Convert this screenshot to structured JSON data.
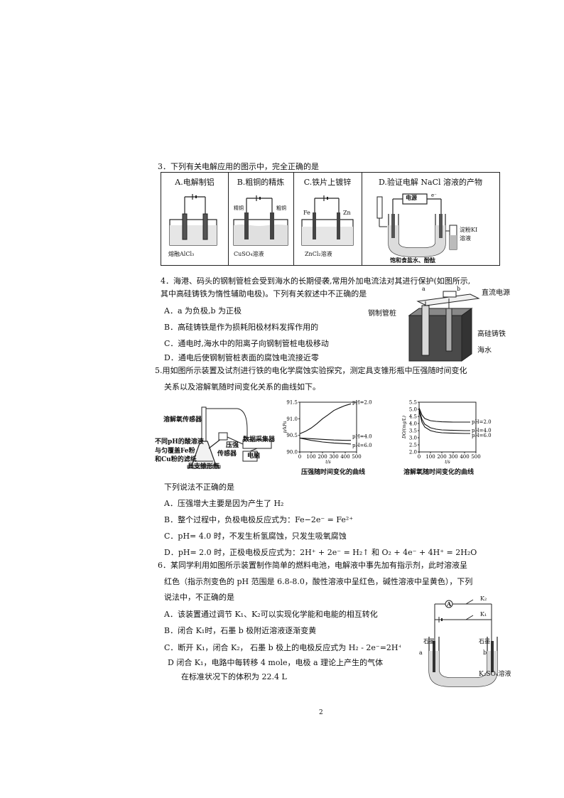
{
  "q3": {
    "title": "3．下列有关电解应用的图示中，完全正确的是",
    "panels": [
      {
        "heading": "A.电解制铝",
        "labels": [
          "熔融AlCl₃"
        ]
      },
      {
        "heading": "B.粗铜的精炼",
        "labels": [
          "精铜",
          "粗铜",
          "CuSO₄溶液"
        ]
      },
      {
        "heading": "C.铁片上镀锌",
        "labels": [
          "Fe",
          "Zn",
          "ZnCl₂溶液"
        ]
      },
      {
        "heading": "D.验证电解 NaCl 溶液的产物",
        "labels": [
          "电源",
          "e⁻",
          "淀粉KI",
          "溶液",
          "饱和食盐水、酚酞"
        ]
      }
    ]
  },
  "q4": {
    "stem1": "4．海港、码头的钢制管桩会受到海水的长期侵袭,常用外加电流法对其进行保护(如图所示,",
    "stem2": "其中高硅铸铁为惰性辅助电极)。下列有关叙述中不正确的是",
    "options": [
      "A．a 为负极,b 为正极",
      "B．高硅铸铁是作为损耗阳极材料发挥作用的",
      "C．通电时,海水中的阳离子向钢制管桩电极移动",
      "D．通电后使钢制管桩表面的腐蚀电流接近零"
    ],
    "fig": {
      "power": "直流电源",
      "pile": "钢制管桩",
      "iron": "高硅铸铁",
      "sea": "海水",
      "a": "a",
      "b": "b"
    }
  },
  "q5": {
    "stem1": "5.用如图所示装置及试剂进行铁的电化学腐蚀实验探究，测定具支锥形瓶中压强随时间变化",
    "stem2": "关系以及溶解氧随时间变化关系的曲线如下。",
    "apparatus": {
      "sensor1": "溶解氧传感器",
      "acid1": "不同pH的酸溶液",
      "acid2": "与匀覆盖Fe粉",
      "acid3": "和Cu粉的滤纸",
      "pressure1": "压强",
      "pressure2": "传感器",
      "collector": "数据采集器",
      "computer": "电脑",
      "flask": "具支锥形瓶"
    },
    "sub": "下列说法不正确的是",
    "options": [
      "A．压强增大主要是因为产生了 H₂",
      "B．整个过程中，负极电极反应式为：Fe−2e⁻ = Fe²⁺",
      "C．pH= 4.0 时，不发生析氢腐蚀，只发生吸氧腐蚀",
      "D．pH= 2.0 时，正极电极反应式为：2H⁺ + 2e⁻ = H₂↑ 和 O₂ + 4e⁻ + 4H⁺ = 2H₂O"
    ]
  },
  "chart_data": [
    {
      "type": "line",
      "title": "压强随时间变化的曲线",
      "xlabel": "t/s",
      "ylabel": "p/kPa",
      "xlim": [
        0,
        500
      ],
      "ylim": [
        90.0,
        91.5
      ],
      "xticks": [
        "0",
        "100",
        "200",
        "300",
        "400",
        "500"
      ],
      "yticks": [
        "90.0",
        "90.5",
        "91.0",
        "91.5"
      ],
      "series": [
        {
          "name": "pH=2.0",
          "x": [
            0,
            50,
            100,
            150,
            200,
            250,
            300,
            350,
            400,
            450
          ],
          "y": [
            90.55,
            90.62,
            90.72,
            90.85,
            91.0,
            91.12,
            91.25,
            91.33,
            91.4,
            91.45
          ]
        },
        {
          "name": "pH=4.0",
          "x": [
            0,
            100,
            200,
            300,
            400,
            450
          ],
          "y": [
            90.42,
            90.4,
            90.38,
            90.36,
            90.35,
            90.35
          ]
        },
        {
          "name": "pH=6.0",
          "x": [
            0,
            100,
            200,
            300,
            400,
            450
          ],
          "y": [
            90.42,
            90.35,
            90.3,
            90.27,
            90.25,
            90.24
          ]
        }
      ]
    },
    {
      "type": "line",
      "title": "溶解氧随时间变化的曲线",
      "xlabel": "t/s",
      "ylabel": "DO/(mg/L)",
      "xlim": [
        0,
        500
      ],
      "ylim": [
        2.0,
        5.5
      ],
      "xticks": [
        "0",
        "100",
        "200",
        "300",
        "400",
        "500"
      ],
      "yticks": [
        "2.0",
        "2.5",
        "3.0",
        "3.5",
        "4.0",
        "4.5",
        "5.0",
        "5.5"
      ],
      "series": [
        {
          "name": "pH=2.0",
          "x": [
            0,
            25,
            50,
            100,
            150,
            200,
            300,
            400,
            450
          ],
          "y": [
            5.1,
            4.6,
            4.35,
            4.2,
            4.15,
            4.12,
            4.1,
            4.1,
            4.1
          ]
        },
        {
          "name": "pH=4.0",
          "x": [
            0,
            25,
            50,
            100,
            150,
            200,
            300,
            400,
            450
          ],
          "y": [
            5.0,
            4.3,
            3.95,
            3.7,
            3.6,
            3.55,
            3.52,
            3.5,
            3.5
          ]
        },
        {
          "name": "pH=6.0",
          "x": [
            0,
            25,
            50,
            100,
            150,
            200,
            300,
            400,
            450
          ],
          "y": [
            4.9,
            4.1,
            3.75,
            3.5,
            3.4,
            3.35,
            3.32,
            3.3,
            3.3
          ]
        }
      ]
    }
  ],
  "q6": {
    "stem1": "6．某同学利用如图所示装置制作简单的燃料电池，电解液中事先加有指示剂，此时溶液呈",
    "stem2": "红色（指示剂变色的 pH 范围是 6.8-8.0，酸性溶液中呈红色，碱性溶液中呈黄色），下列",
    "stem3": "说法中，不正确的是",
    "options": [
      "A．该装置通过调节 K₁、K₂可以实现化学能和电能的相互转化",
      "B．闭合 K₁时，石墨 b 极附近溶液逐渐变黄",
      "C．断开 K₁，闭合 K₂，  石墨 b 极上的电极反应式为 H₂ - 2e⁻=2H⁺",
      "D  闭合 K₁，电路中每转移 4 mole，电极 a 理论上产生的气体",
      "在标准状况下的体积为 22.4 L"
    ],
    "fig": {
      "k2": "K₂",
      "k1": "K₁",
      "ammeter": "A",
      "left": "石墨",
      "right": "石墨",
      "a": "a",
      "b": "b",
      "sol": "K₂SO₄溶液"
    }
  },
  "page_number": "2"
}
